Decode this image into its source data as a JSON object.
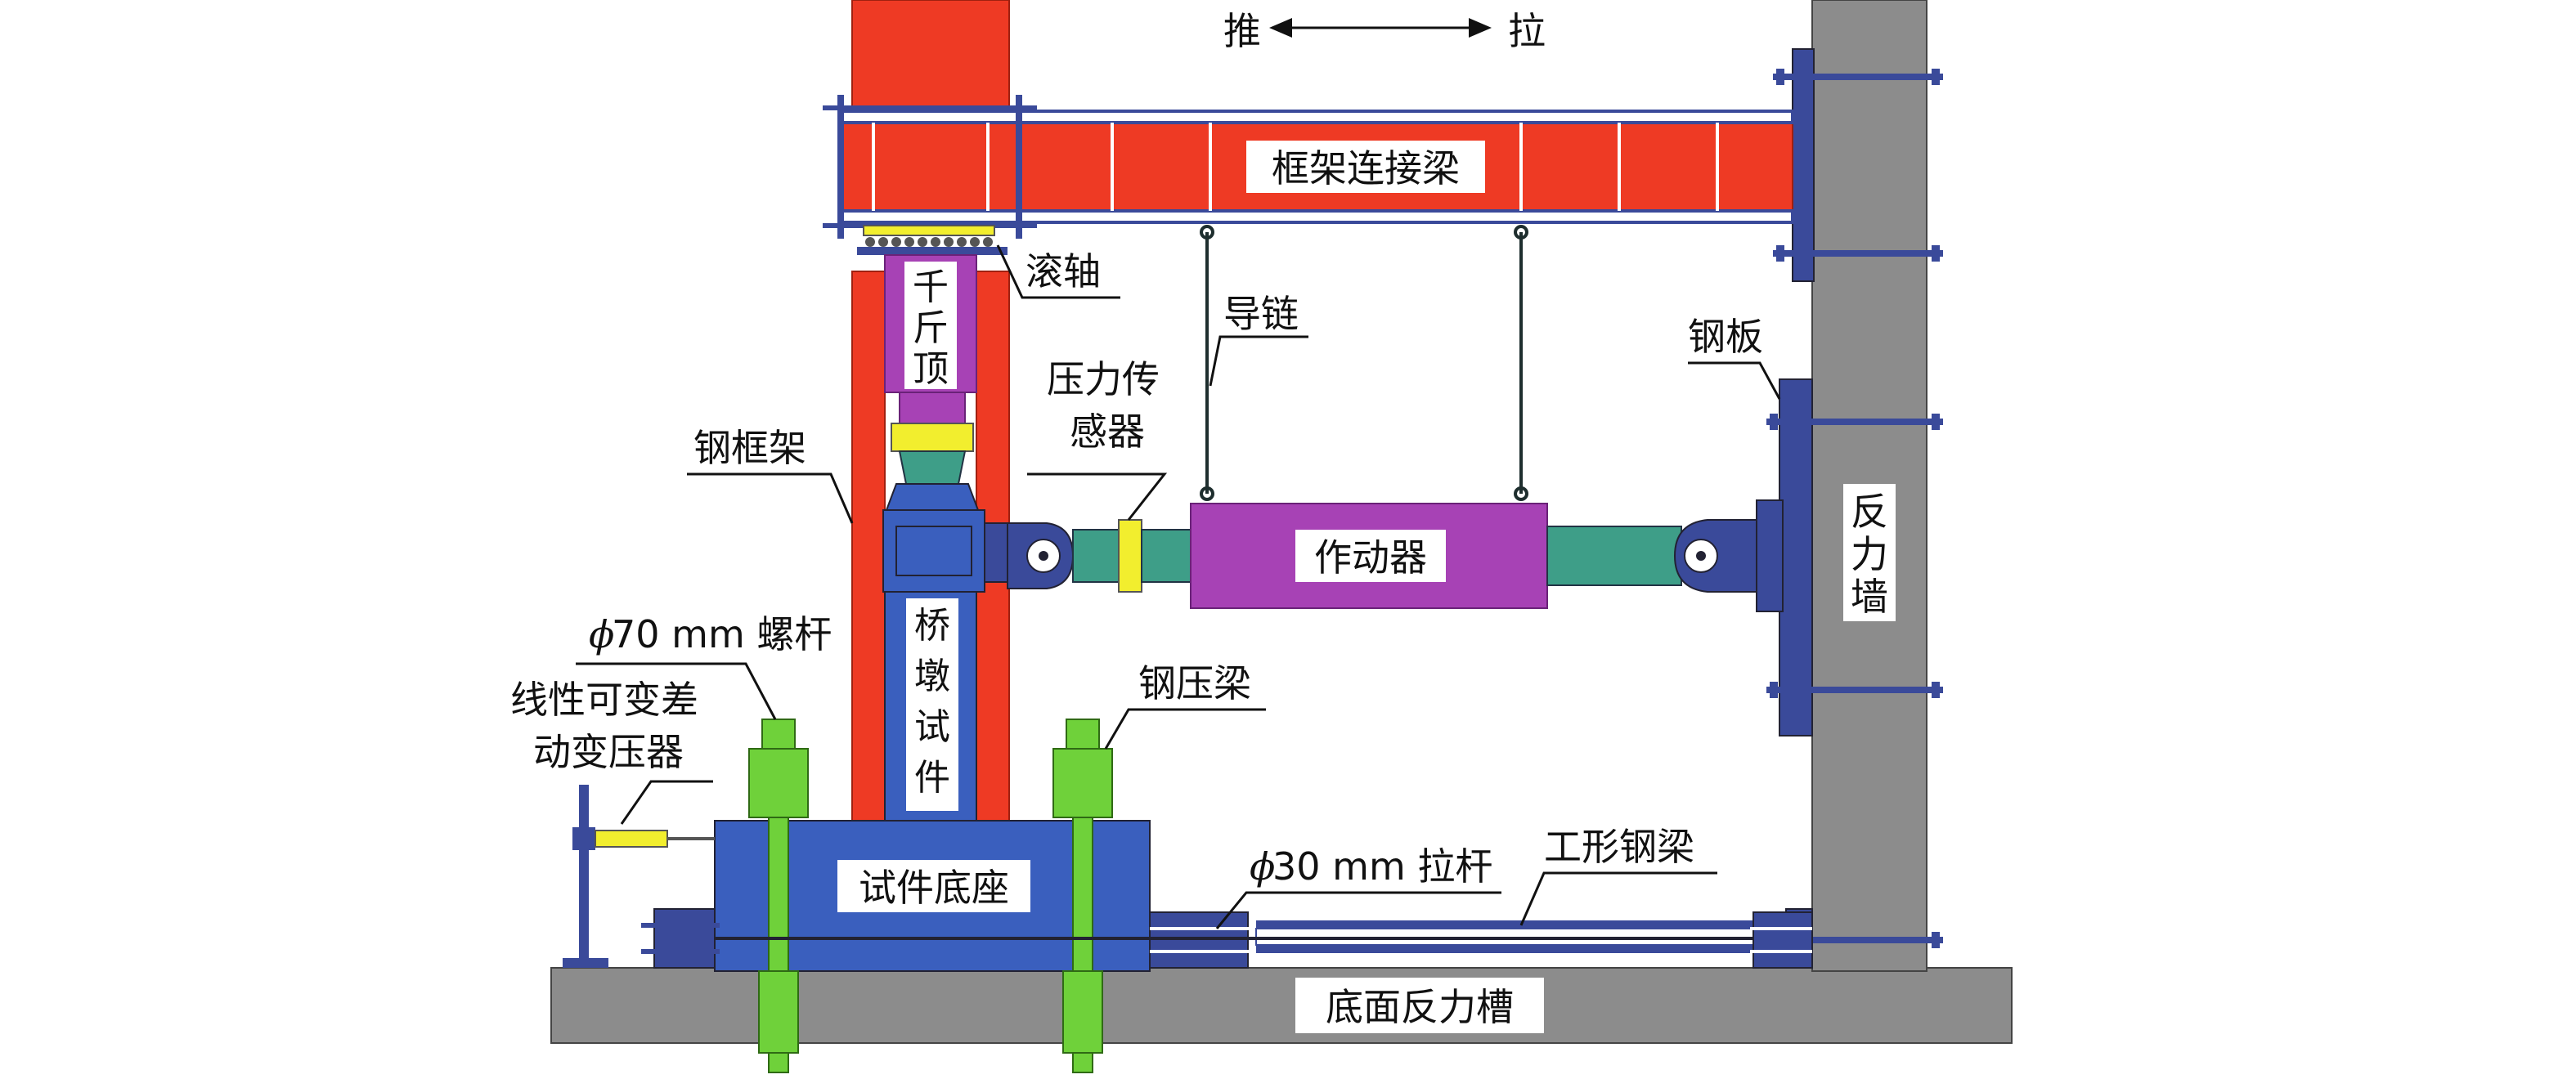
{
  "labels": {
    "push": "推",
    "pull": "拉",
    "frame_connecting_beam": "框架连接梁",
    "roller": "滚轴",
    "jack": [
      "千",
      "斤",
      "顶"
    ],
    "guide_chain": "导链",
    "steel_plate": "钢板",
    "pressure_sensor": [
      "压力传",
      "感器"
    ],
    "steel_frame": "钢框架",
    "actuator": "作动器",
    "reaction_wall": [
      "反",
      "力",
      "墙"
    ],
    "bolt_symbol": "ϕ",
    "bolt": "70 mm 螺杆",
    "lvdt": [
      "线性可变差",
      "动变压器"
    ],
    "pier_specimen": [
      "桥",
      "墩",
      "试",
      "件"
    ],
    "steel_press_beam": "钢压梁",
    "specimen_base": "试件底座",
    "tie_rod_symbol": "ϕ",
    "tie_rod": "30 mm 拉杆",
    "i_beam": "工形钢梁",
    "ground_reaction_trough": "底面反力槽"
  },
  "colors": {
    "red": "#EE3A24",
    "gray": "#8C8C8C",
    "blue": "#3A5FBE",
    "navy": "#3A4A9A",
    "purple": "#A742B5",
    "teal": "#3E9E88",
    "green": "#6FD13A",
    "yellow": "#F2EE2E"
  }
}
